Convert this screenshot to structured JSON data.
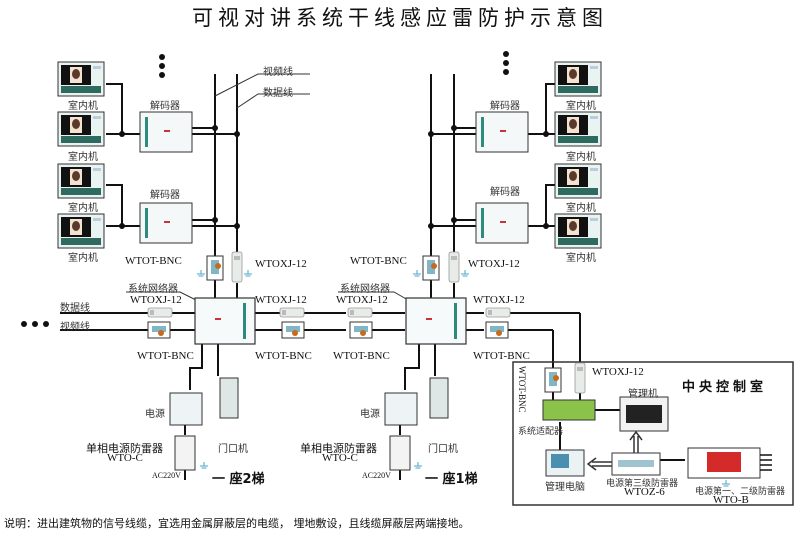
{
  "title": "可视对讲系统干线感应雷防护示意图",
  "labels": {
    "indoor_unit": "室内机",
    "decoder": "解码器",
    "video_line": "视频线",
    "data_line": "数据线",
    "network_device": "系统网络器",
    "power": "电源",
    "door_unit": "门口机",
    "single_phase_spd": "单相电源防雷器",
    "ac220v": "AC220V",
    "building2": "一 座2梯",
    "building1": "一 座1梯",
    "control_room": "中央控制室",
    "management_unit": "管理机",
    "system_adapter": "系统适配器",
    "management_pc": "管理电脑",
    "third_stage_spd": "电源第三级防雷器",
    "first_second_stage_spd": "电源第一、二级防雷器",
    "ellipsis": "• • •"
  },
  "models": {
    "bnc": "WTOT-BNC",
    "xj12": "WTOXJ-12",
    "wto_c": "WTO-C",
    "wtoz6": "WTOZ-6",
    "wto_b": "WTO-B"
  },
  "note": "说明：进出建筑物的信号线缆，宜选用金属屏蔽层的电缆， 埋地敷设，且线缆屏蔽层两端接地。",
  "colors": {
    "line": "#111111",
    "device_border": "#333333",
    "teal": "#2e8a7a",
    "red_spd": "#d42a2a",
    "green_adapter": "#8bc34a",
    "cyan_ground": "#4aa6c8"
  }
}
